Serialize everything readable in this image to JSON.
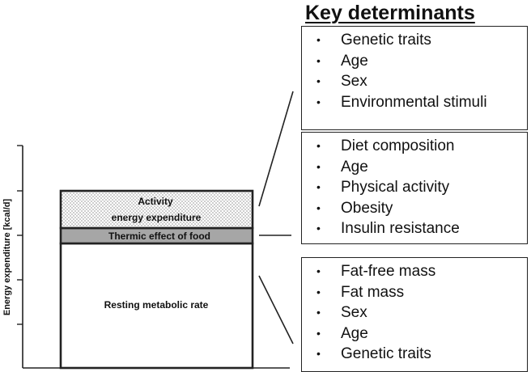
{
  "heading": "Key determinants",
  "axis_title": "Energy expenditure [kcal/d]",
  "stack": {
    "activity_line1": "Activity",
    "activity_line2": "energy expenditure",
    "tef": "Thermic effect of food",
    "rmr": "Resting metabolic rate"
  },
  "boxes": [
    {
      "id": "box-rmr",
      "items": [
        "Genetic traits",
        "Age",
        "Sex",
        "Environmental stimuli"
      ]
    },
    {
      "id": "box-tef",
      "items": [
        "Diet composition",
        "Age",
        "Physical activity",
        "Obesity",
        "Insulin resistance"
      ]
    },
    {
      "id": "box-act",
      "items": [
        "Fat-free mass",
        "Fat mass",
        "Sex",
        "Age",
        "Genetic traits"
      ]
    }
  ],
  "colors": {
    "tef_fill": "#a6a6a6",
    "activity_dots": "#555555",
    "lines": "#222222"
  }
}
